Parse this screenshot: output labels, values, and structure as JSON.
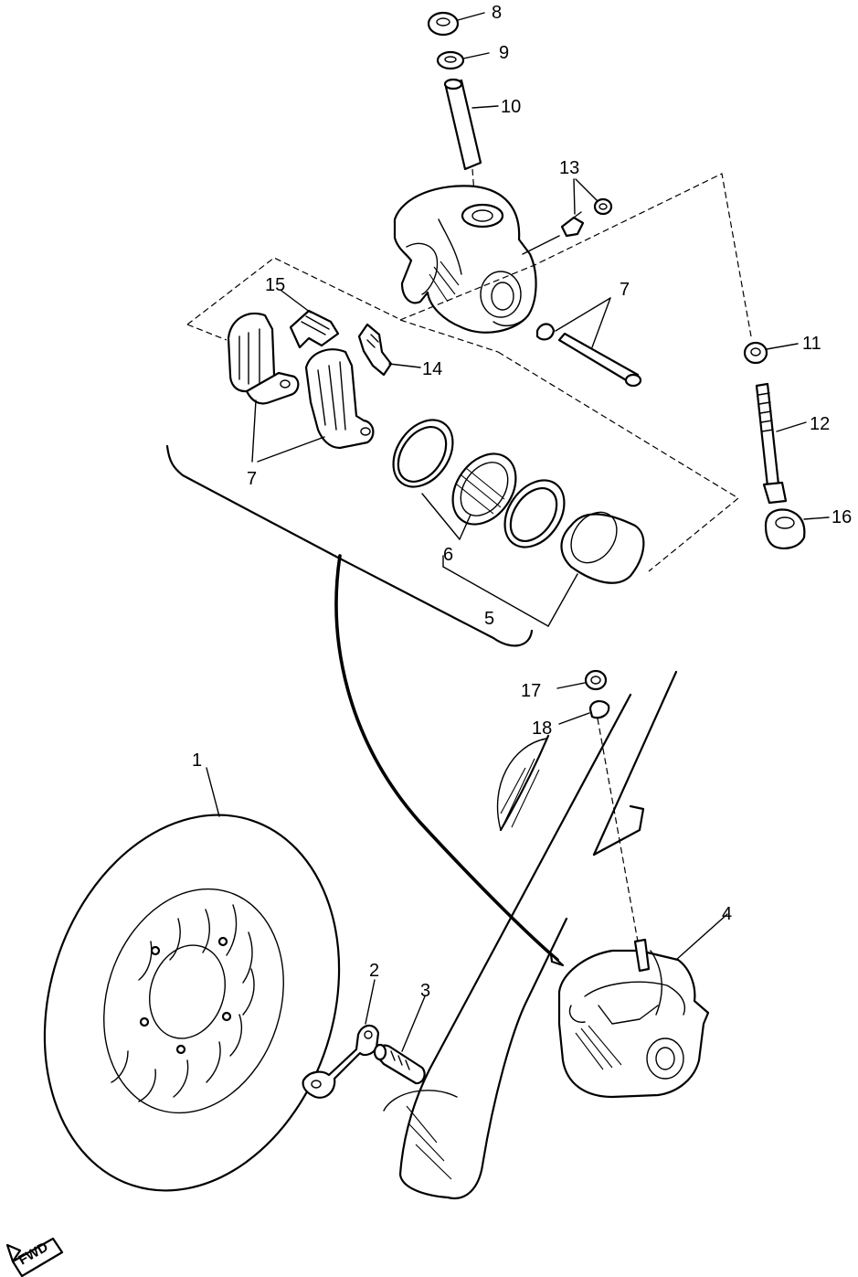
{
  "diagram": {
    "callouts": [
      {
        "id": "1",
        "label": "1"
      },
      {
        "id": "2",
        "label": "2"
      },
      {
        "id": "3",
        "label": "3"
      },
      {
        "id": "4",
        "label": "4"
      },
      {
        "id": "5",
        "label": "5"
      },
      {
        "id": "6",
        "label": "6"
      },
      {
        "id": "7a",
        "label": "7"
      },
      {
        "id": "7b",
        "label": "7"
      },
      {
        "id": "8",
        "label": "8"
      },
      {
        "id": "9",
        "label": "9"
      },
      {
        "id": "10",
        "label": "10"
      },
      {
        "id": "11",
        "label": "11"
      },
      {
        "id": "12",
        "label": "12"
      },
      {
        "id": "13",
        "label": "13"
      },
      {
        "id": "14",
        "label": "14"
      },
      {
        "id": "15",
        "label": "15"
      },
      {
        "id": "16",
        "label": "16"
      },
      {
        "id": "17",
        "label": "17"
      },
      {
        "id": "18",
        "label": "18"
      }
    ],
    "fwd_marker": "FWD"
  }
}
